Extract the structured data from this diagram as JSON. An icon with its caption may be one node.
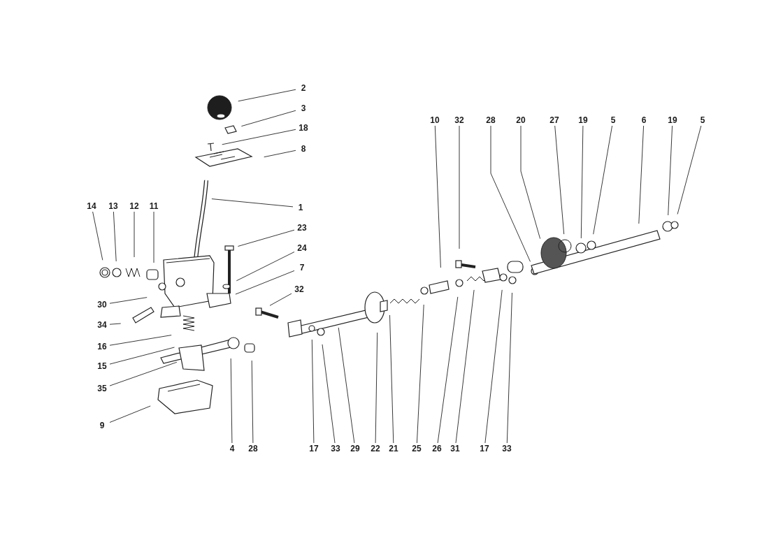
{
  "diagram": {
    "nodes": [
      {
        "text": [
          "2"
        ]
      },
      {
        "text": [
          "3"
        ]
      },
      {
        "text": [
          "18"
        ]
      },
      {
        "text": [
          "8"
        ]
      },
      {
        "text": [
          "10"
        ]
      },
      {
        "text": [
          "32"
        ]
      },
      {
        "text": [
          "28"
        ]
      },
      {
        "text": [
          "20"
        ]
      },
      {
        "text": [
          "27"
        ]
      },
      {
        "text": [
          "19"
        ]
      },
      {
        "text": [
          "5"
        ]
      },
      {
        "text": [
          "6"
        ]
      },
      {
        "text": [
          "19"
        ]
      },
      {
        "text": [
          "5"
        ]
      },
      {
        "text": [
          "14"
        ]
      },
      {
        "text": [
          "13"
        ]
      },
      {
        "text": [
          "12"
        ]
      },
      {
        "text": [
          "11"
        ]
      },
      {
        "text": [
          "1"
        ]
      },
      {
        "text": [
          "23"
        ]
      },
      {
        "text": [
          "24"
        ]
      },
      {
        "text": [
          "7"
        ]
      },
      {
        "text": [
          "32"
        ]
      },
      {
        "text": [
          "30"
        ]
      },
      {
        "text": [
          "34"
        ]
      },
      {
        "text": [
          "16"
        ]
      },
      {
        "text": [
          "15"
        ]
      },
      {
        "text": [
          "35"
        ]
      },
      {
        "text": [
          "9"
        ]
      },
      {
        "text": [
          "4"
        ]
      },
      {
        "text": [
          "28"
        ]
      },
      {
        "text": [
          "17"
        ]
      },
      {
        "text": [
          "33"
        ]
      },
      {
        "text": [
          "29"
        ]
      },
      {
        "text": [
          "22"
        ]
      },
      {
        "text": [
          "21"
        ]
      },
      {
        "text": [
          "25"
        ]
      },
      {
        "text": [
          "26"
        ]
      },
      {
        "text": [
          "31"
        ]
      },
      {
        "text": [
          "17"
        ]
      },
      {
        "text": [
          "33"
        ]
      }
    ],
    "edges": [
      {
        "from": 0,
        "to": null,
        "arrow": "none"
      },
      {
        "from": 1,
        "to": null,
        "arrow": "none"
      },
      {
        "from": 2,
        "to": null,
        "arrow": "none"
      },
      {
        "from": 3,
        "to": null,
        "arrow": "none"
      },
      {
        "from": 4,
        "to": null,
        "arrow": "none"
      },
      {
        "from": 5,
        "to": null,
        "arrow": "none"
      },
      {
        "from": 6,
        "to": null,
        "arrow": "none"
      },
      {
        "from": 7,
        "to": null,
        "arrow": "none"
      },
      {
        "from": 8,
        "to": null,
        "arrow": "none"
      },
      {
        "from": 9,
        "to": null,
        "arrow": "none"
      },
      {
        "from": 10,
        "to": null,
        "arrow": "none"
      },
      {
        "from": 11,
        "to": null,
        "arrow": "none"
      },
      {
        "from": 12,
        "to": null,
        "arrow": "none"
      },
      {
        "from": 13,
        "to": null,
        "arrow": "none"
      },
      {
        "from": 14,
        "to": null,
        "arrow": "none"
      },
      {
        "from": 15,
        "to": null,
        "arrow": "none"
      },
      {
        "from": 16,
        "to": null,
        "arrow": "none"
      },
      {
        "from": 17,
        "to": null,
        "arrow": "none"
      },
      {
        "from": 18,
        "to": null,
        "arrow": "none"
      },
      {
        "from": 19,
        "to": null,
        "arrow": "none"
      },
      {
        "from": 20,
        "to": null,
        "arrow": "none"
      },
      {
        "from": 21,
        "to": null,
        "arrow": "none"
      },
      {
        "from": 22,
        "to": null,
        "arrow": "none"
      },
      {
        "from": 23,
        "to": null,
        "arrow": "none"
      },
      {
        "from": 24,
        "to": null,
        "arrow": "none"
      },
      {
        "from": 25,
        "to": null,
        "arrow": "none"
      },
      {
        "from": 26,
        "to": null,
        "arrow": "none"
      },
      {
        "from": 27,
        "to": null,
        "arrow": "none"
      },
      {
        "from": 28,
        "to": null,
        "arrow": "none"
      },
      {
        "from": 29,
        "to": null,
        "arrow": "none"
      },
      {
        "from": 30,
        "to": null,
        "arrow": "none"
      },
      {
        "from": 31,
        "to": null,
        "arrow": "none"
      },
      {
        "from": 32,
        "to": null,
        "arrow": "none"
      },
      {
        "from": 33,
        "to": null,
        "arrow": "none"
      },
      {
        "from": 34,
        "to": null,
        "arrow": "none"
      },
      {
        "from": 35,
        "to": null,
        "arrow": "none"
      },
      {
        "from": 36,
        "to": null,
        "arrow": "none"
      },
      {
        "from": 37,
        "to": null,
        "arrow": "none"
      },
      {
        "from": 38,
        "to": null,
        "arrow": "none"
      },
      {
        "from": 39,
        "to": null,
        "arrow": "none"
      },
      {
        "from": 40,
        "to": null,
        "arrow": "none"
      }
    ]
  }
}
